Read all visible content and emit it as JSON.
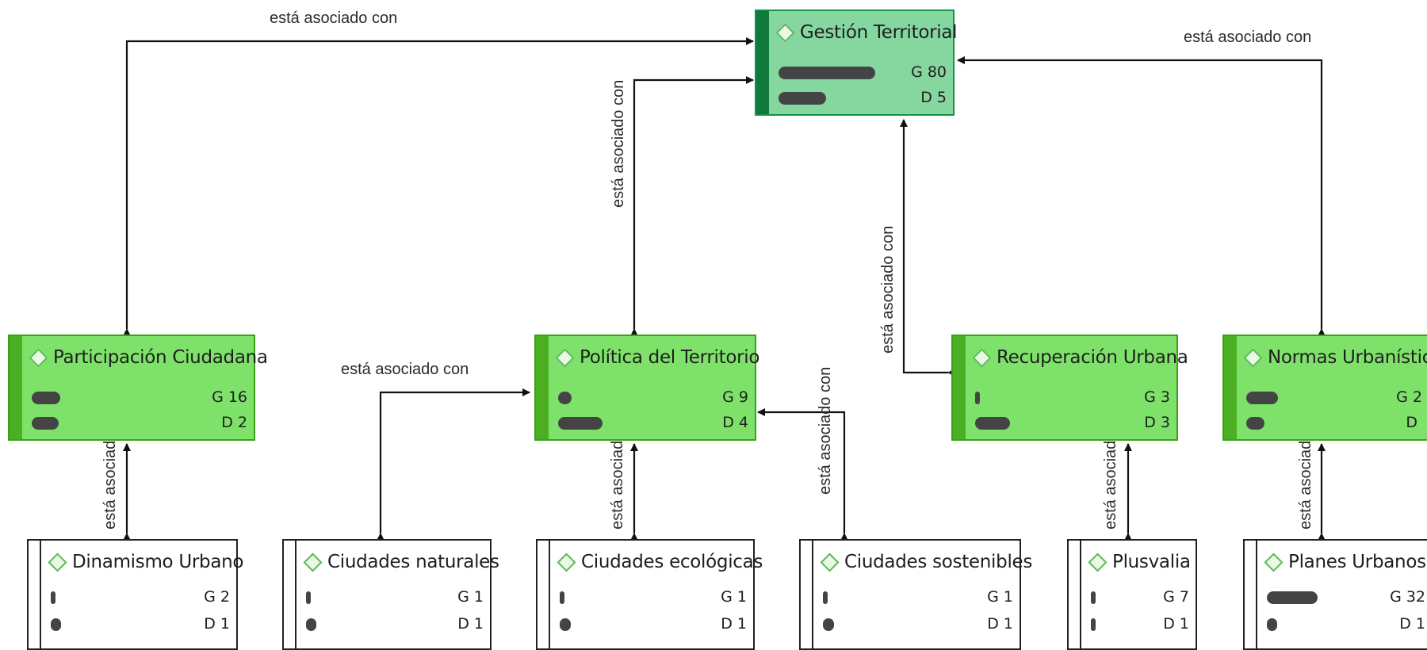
{
  "edge_label": "está asociado con",
  "nodes": [
    {
      "id": "gestion",
      "title": "Gestión Territorial",
      "kind": "root",
      "g": "80",
      "d": "5",
      "g_fill": 0.95,
      "d_fill": 0.47
    },
    {
      "id": "participacion",
      "title": "Participación Ciudadana",
      "kind": "category",
      "g": "16",
      "d": "2",
      "g_fill": 0.19,
      "d_fill": 0.18
    },
    {
      "id": "politica",
      "title": "Política del Territorio",
      "kind": "category",
      "g": "9",
      "d": "4",
      "g_fill": 0.11,
      "d_fill": 0.36
    },
    {
      "id": "recuperacion",
      "title": "Recuperación Urbana",
      "kind": "category",
      "g": "3",
      "d": "3",
      "g_fill": 0.04,
      "d_fill": 0.27
    },
    {
      "id": "normas",
      "title": "Normas Urbanísticas",
      "kind": "category",
      "g": "2",
      "d": "",
      "g_fill": 0.29,
      "d_fill": 0.17
    },
    {
      "id": "dinamismo",
      "title": "Dinamismo Urbano",
      "kind": "code",
      "g": "2",
      "d": "1",
      "g_fill": 0.02,
      "d_fill": 0.09
    },
    {
      "id": "naturales",
      "title": "Ciudades naturales",
      "kind": "code",
      "g": "1",
      "d": "1",
      "g_fill": 0.01,
      "d_fill": 0.09
    },
    {
      "id": "ecologicas",
      "title": "Ciudades ecológicas",
      "kind": "code",
      "g": "1",
      "d": "1",
      "g_fill": 0.01,
      "d_fill": 0.09
    },
    {
      "id": "sostenibles",
      "title": "Ciudades sostenibles",
      "kind": "code",
      "g": "1",
      "d": "1",
      "g_fill": 0.01,
      "d_fill": 0.09
    },
    {
      "id": "plusvalia",
      "title": "Plusvalia",
      "kind": "code",
      "g": "7",
      "d": "1",
      "g_fill": 0.05,
      "d_fill": 0.05
    },
    {
      "id": "planes",
      "title": "Planes Urbanos",
      "kind": "code",
      "g": "32",
      "d": "1",
      "g_fill": 0.55,
      "d_fill": 0.11
    }
  ],
  "edges": [
    {
      "from": "participacion",
      "to": "gestion"
    },
    {
      "from": "politica",
      "to": "gestion"
    },
    {
      "from": "recuperacion",
      "to": "gestion"
    },
    {
      "from": "normas",
      "to": "gestion"
    },
    {
      "from": "naturales",
      "to": "politica"
    },
    {
      "from": "sostenibles",
      "to": "politica"
    },
    {
      "from": "dinamismo",
      "to": "participacion"
    },
    {
      "from": "ecologicas",
      "to": "politica"
    },
    {
      "from": "plusvalia",
      "to": "recuperacion"
    },
    {
      "from": "planes",
      "to": "normas"
    }
  ],
  "stat_keys": {
    "g": "G",
    "d": "D"
  }
}
